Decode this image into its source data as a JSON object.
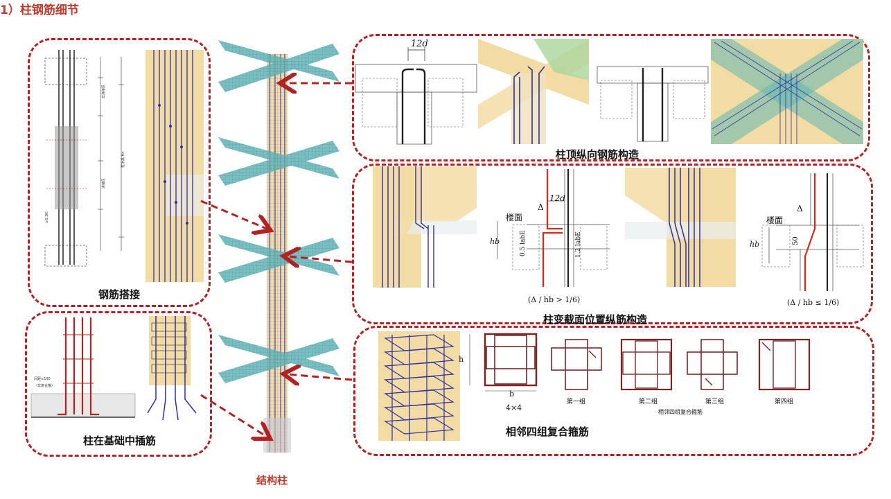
{
  "title": "1）柱钢筋细节",
  "panels": {
    "lap": {
      "caption": "钢筋搭接"
    },
    "foundation": {
      "caption": "柱在基础中插筋"
    },
    "top": {
      "caption": "柱顶纵向钢筋构造"
    },
    "section_change": {
      "caption": "柱变截面位置纵筋构造"
    },
    "stirrups": {
      "caption": "相邻四组复合箍筋"
    }
  },
  "column_label": "结构柱",
  "top_detail": {
    "dim": "12d"
  },
  "section_change_detail": {
    "floor_left": "楼面",
    "floor_right": "楼面",
    "dim_12d": "12d",
    "delta_left": "Δ",
    "delta_right": "Δ",
    "hb_left": "hb",
    "hb_right": "hb",
    "len_left": "0.5 labE",
    "len_mid": "1.2 labE",
    "slope": "50",
    "cond_left": "(Δ / hb > 1/6)",
    "cond_right": "(Δ / hb ≤ 1/6)"
  },
  "stirrup_detail": {
    "dim_h": "h",
    "dim_b": "b",
    "grid": "4×4",
    "groups": [
      "第一组",
      "第二组",
      "第三组",
      "第四组"
    ],
    "group_caption": "相邻四组复合箍筋"
  }
}
